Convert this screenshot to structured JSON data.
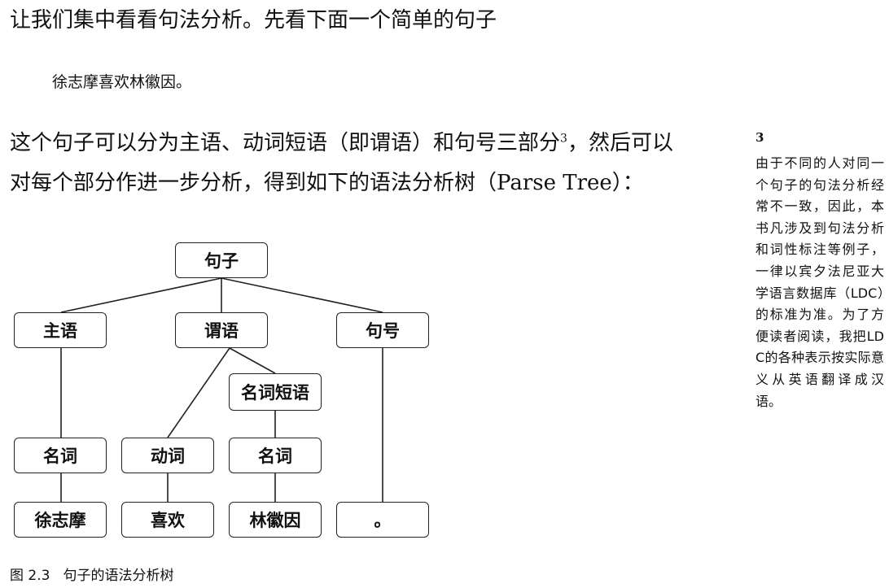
{
  "text": {
    "intro_line": "让我们集中看看句法分析。先看下面一个简单的句子",
    "example_sentence": "徐志摩喜欢林徽因。",
    "para_line1_before": "这个句子可以分为主语、动词短语（即谓语）和句号三部分",
    "para_footnote_marker": "3",
    "para_line1_after": "，然后可以",
    "para_line2": "对每个部分作进一步分析，得到如下的语法分析树（Parse Tree）："
  },
  "sidenote": {
    "number": "3",
    "text": "由于不同的人对同一个句子的句法分析经常不一致，因此，本书凡涉及到句法分析和词性标注等例子，一律以宾夕法尼亚大学语言数据库（LDC）的标准为准。为了方便读者阅读，我把LDC的各种表示按实际意义从英语翻译成汉语。"
  },
  "tree": {
    "root": "句子",
    "subject": "主语",
    "predicate": "谓语",
    "period": "句号",
    "noun_phrase": "名词短语",
    "noun_1": "名词",
    "verb": "动词",
    "noun_2": "名词",
    "leaf_1": "徐志摩",
    "leaf_2": "喜欢",
    "leaf_3": "林徽因",
    "leaf_4": "。"
  },
  "caption": {
    "number": "图 2.3",
    "title": "句子的语法分析树"
  }
}
